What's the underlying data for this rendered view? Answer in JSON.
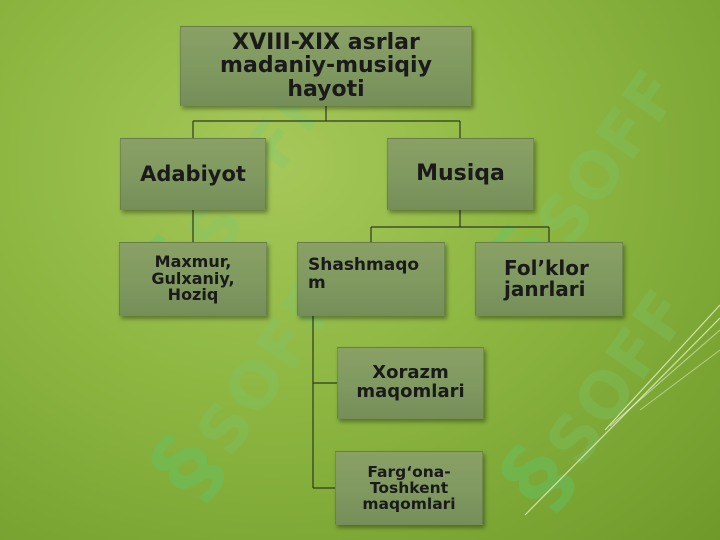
{
  "watermark": {
    "glyph": "§",
    "text": "SOFF"
  },
  "nodes": {
    "root": "XVIII-XIX asrlar madaniy-musiqiy hayoti",
    "adabiyot": "Adabiyot",
    "musiqa": "Musiqa",
    "poets": "Maxmur, Gulxaniy, Hoziq",
    "shashmaqom": "Shashmaqo m",
    "folklor": "Fol’klor janrlari",
    "xorazm": "Xorazm maqomlari",
    "fargona": "Farg‘ona- Toshkent maqomlari"
  },
  "colors": {
    "background": "#8db641",
    "box": "#809a61",
    "connector": "#2f3a24",
    "text": "#1a1a1a"
  }
}
